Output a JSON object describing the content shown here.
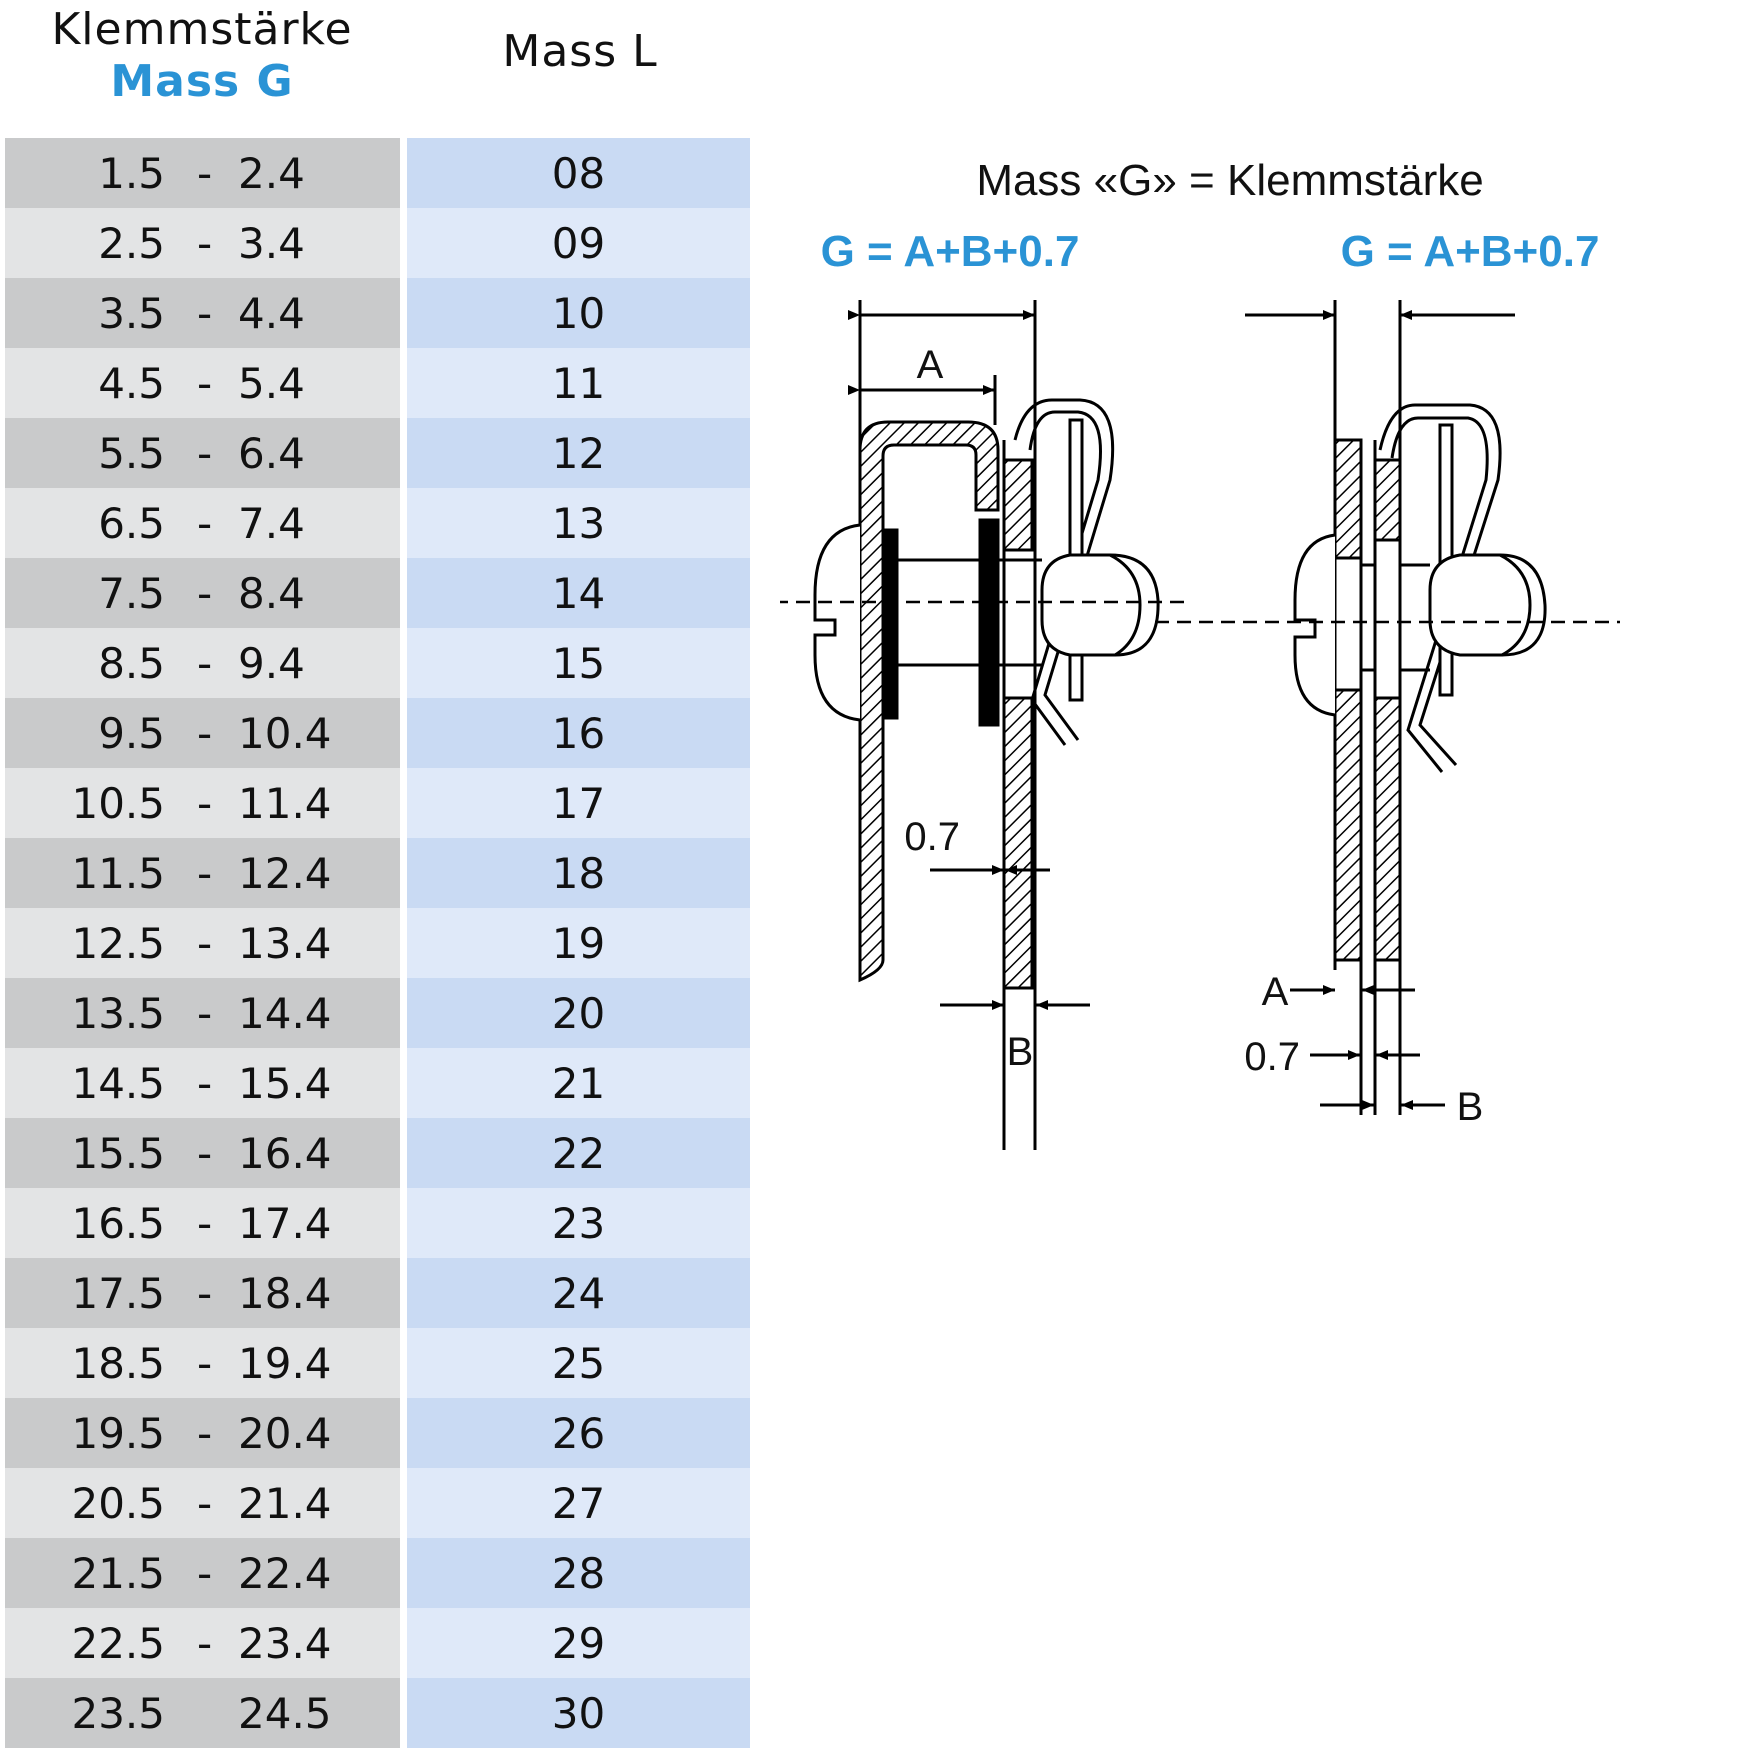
{
  "header": {
    "g_line1": "Klemmstärke",
    "g_line2": "Mass G",
    "l_label": "Mass L"
  },
  "rows": [
    {
      "g_min": "1.5",
      "g_max": "2.4",
      "l": "08"
    },
    {
      "g_min": "2.5",
      "g_max": "3.4",
      "l": "09"
    },
    {
      "g_min": "3.5",
      "g_max": "4.4",
      "l": "10"
    },
    {
      "g_min": "4.5",
      "g_max": "5.4",
      "l": "11"
    },
    {
      "g_min": "5.5",
      "g_max": "6.4",
      "l": "12"
    },
    {
      "g_min": "6.5",
      "g_max": "7.4",
      "l": "13"
    },
    {
      "g_min": "7.5",
      "g_max": "8.4",
      "l": "14"
    },
    {
      "g_min": "8.5",
      "g_max": "9.4",
      "l": "15"
    },
    {
      "g_min": "9.5",
      "g_max": "10.4",
      "l": "16"
    },
    {
      "g_min": "10.5",
      "g_max": "11.4",
      "l": "17"
    },
    {
      "g_min": "11.5",
      "g_max": "12.4",
      "l": "18"
    },
    {
      "g_min": "12.5",
      "g_max": "13.4",
      "l": "19"
    },
    {
      "g_min": "13.5",
      "g_max": "14.4",
      "l": "20"
    },
    {
      "g_min": "14.5",
      "g_max": "15.4",
      "l": "21"
    },
    {
      "g_min": "15.5",
      "g_max": "16.4",
      "l": "22"
    },
    {
      "g_min": "16.5",
      "g_max": "17.4",
      "l": "23"
    },
    {
      "g_min": "17.5",
      "g_max": "18.4",
      "l": "24"
    },
    {
      "g_min": "18.5",
      "g_max": "19.4",
      "l": "25"
    },
    {
      "g_min": "19.5",
      "g_max": "20.4",
      "l": "26"
    },
    {
      "g_min": "20.5",
      "g_max": "21.4",
      "l": "27"
    },
    {
      "g_min": "21.5",
      "g_max": "22.4",
      "l": "28"
    },
    {
      "g_min": "22.5",
      "g_max": "23.4",
      "l": "29"
    },
    {
      "g_min": "23.5",
      "g_max": "24.5",
      "l": "30",
      "no_dash": true
    }
  ],
  "range_separator": "-",
  "diagram": {
    "title": "Mass «G» = Klemmstärke",
    "formula_left": "G = A+B+0.7",
    "formula_right": "G = A+B+0.7",
    "label_a": "A",
    "label_b": "B",
    "label_gap": "0.7"
  },
  "colors": {
    "accent_blue": "#2a93d5",
    "grey_dark": "#c9cacb",
    "grey_light": "#e3e4e5",
    "blue_dark": "#c9daf3",
    "blue_light": "#dfe9f9"
  }
}
